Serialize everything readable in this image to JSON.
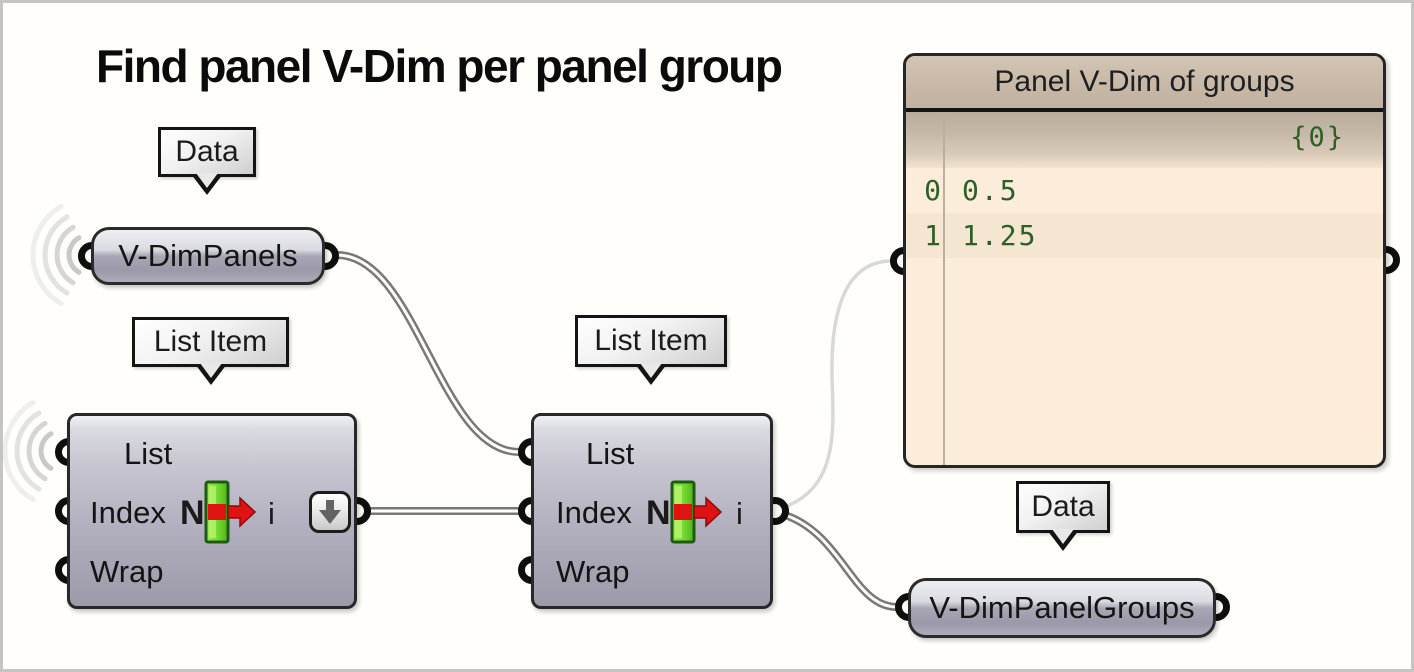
{
  "title": "Find panel V-Dim per panel group",
  "tags": {
    "data_top": "Data",
    "list_item_left": "List Item",
    "list_item_right": "List Item",
    "data_bottom": "Data"
  },
  "source_param": {
    "label": "V-DimPanels"
  },
  "result_param": {
    "label": "V-DimPanelGroups"
  },
  "components": [
    {
      "name": "List Item",
      "inputs": [
        "List",
        "Index",
        "Wrap"
      ],
      "output": "i",
      "icon": {
        "left": "N",
        "right": "i"
      },
      "flatten": true
    },
    {
      "name": "List Item",
      "inputs": [
        "List",
        "Index",
        "Wrap"
      ],
      "output": "i",
      "icon": {
        "left": "N",
        "right": "i"
      },
      "flatten": false
    }
  ],
  "panel": {
    "title": "Panel V-Dim of groups",
    "path_label": "{0}",
    "rows": [
      {
        "index": "0",
        "value": "0.5"
      },
      {
        "index": "1",
        "value": "1.25"
      }
    ]
  },
  "colors": {
    "panel_bg": "#fceddb",
    "panel_row_alt": "#f5e6d2",
    "panel_header": "#c7b8a7",
    "panel_green_text": "#2e5f27",
    "component_fill": "#b4b2c0",
    "wire_gray": "#787878",
    "icon_green": "#7adf33",
    "icon_red": "#df1313"
  }
}
